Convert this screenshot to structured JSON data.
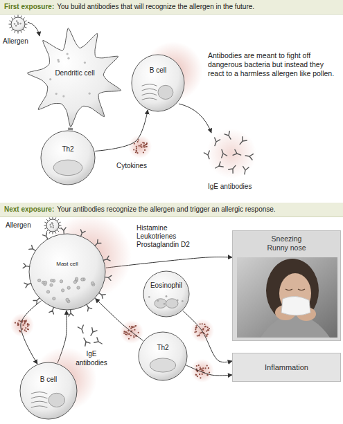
{
  "diagram": {
    "nodes": [
      {
        "text": [
          "First exposure:",
          "You build antibodies that will recognize the allergen in the future."
        ]
      },
      {
        "text": [
          "Dendritic cell"
        ]
      },
      {
        "text": [
          "Th2"
        ]
      },
      {
        "text": [
          "B cell"
        ]
      },
      {
        "text": [
          "Next exposure:",
          "Your antibodies recognize the allergen and trigger an allergic response."
        ]
      },
      {
        "text": [
          "Mast cell"
        ]
      },
      {
        "text": [
          "Sneezing Runny nose"
        ]
      },
      {
        "text": [
          "Eosinophil"
        ]
      },
      {
        "text": [
          "Th2"
        ]
      },
      {
        "text": [
          "Inflammation"
        ]
      },
      {
        "text": [
          "B cell"
        ]
      }
    ],
    "edges": [
      {
        "from": 1,
        "to": 2,
        "arrow": "none"
      },
      {
        "from": 2,
        "to": 3,
        "arrow": "to"
      },
      {
        "from": 5,
        "to": 6,
        "label": "Histamine Leukotrienes Prostaglandin D2",
        "arrow": "to"
      },
      {
        "from": 5,
        "to": 10,
        "arrow": "to"
      },
      {
        "from": 10,
        "to": 5,
        "arrow": "to"
      },
      {
        "from": 8,
        "to": 5,
        "arrow": "to"
      },
      {
        "from": 7,
        "to": 9,
        "arrow": "to"
      },
      {
        "from": 8,
        "to": 9,
        "arrow": "to"
      }
    ],
    "labels": [
      "Allergen",
      "Cytokines",
      "IgE antibodies",
      "Antibodies are meant to fight off dangerous bacteria but instead they react to a harmless allergen like pollen.",
      "Allergen",
      "IgE antibodies"
    ]
  }
}
